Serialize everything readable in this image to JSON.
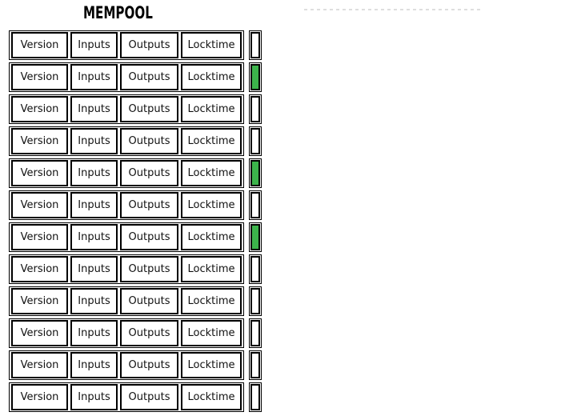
{
  "title": "MEMPOOL",
  "transaction_fields": [
    "Version",
    "Inputs",
    "Outputs",
    "Locktime"
  ],
  "transactions": [
    {
      "highlighted": false
    },
    {
      "highlighted": true
    },
    {
      "highlighted": false
    },
    {
      "highlighted": false
    },
    {
      "highlighted": true
    },
    {
      "highlighted": false
    },
    {
      "highlighted": true
    },
    {
      "highlighted": false
    },
    {
      "highlighted": false
    },
    {
      "highlighted": false
    },
    {
      "highlighted": false
    },
    {
      "highlighted": false
    }
  ],
  "colors": {
    "highlight_green": "#3cb44b",
    "box_border": "#000000",
    "dashed_line": "#dedede",
    "text": "#111111",
    "background": "#ffffff"
  }
}
